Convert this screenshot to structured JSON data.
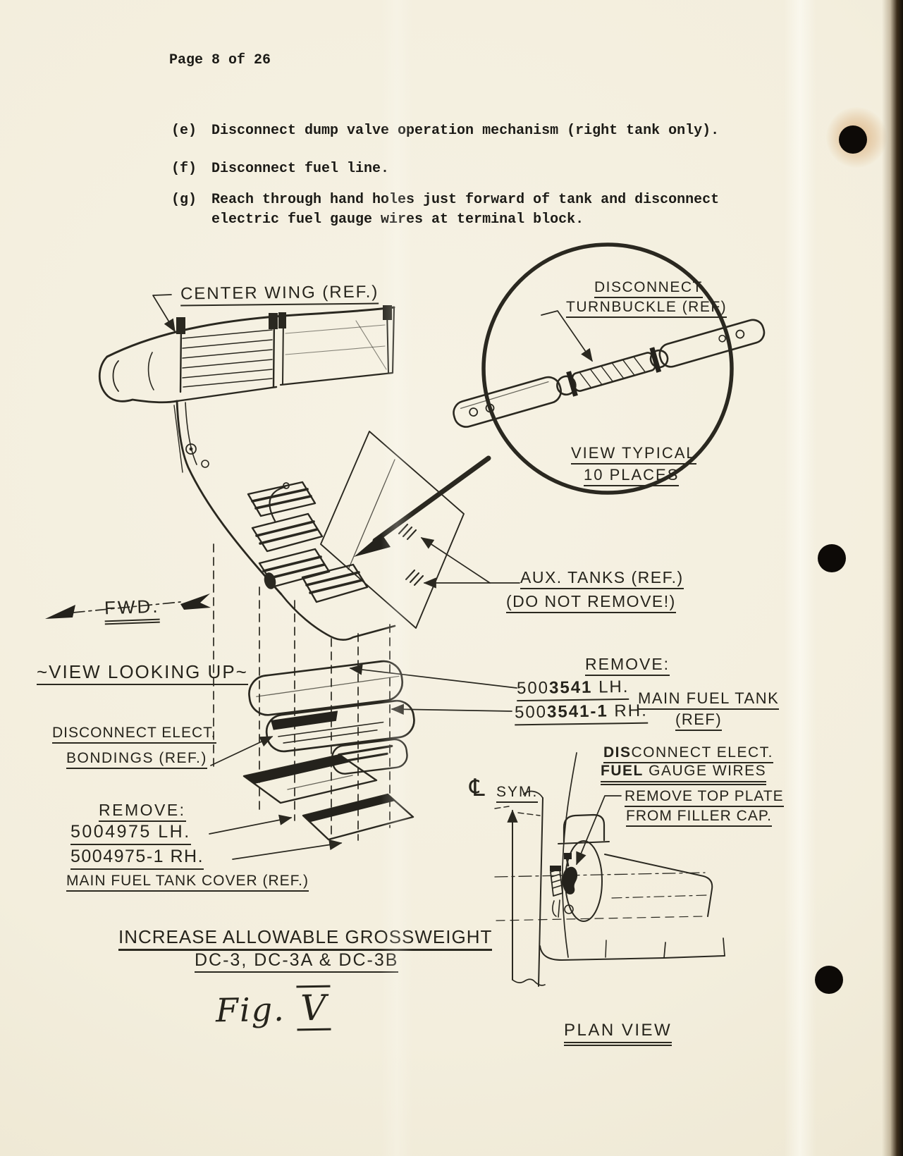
{
  "document": {
    "page_header": "Page 8 of 26",
    "steps": [
      {
        "label": "(e)",
        "text": "Disconnect dump valve operation mechanism (right tank only)."
      },
      {
        "label": "(f)",
        "text": "Disconnect fuel line."
      },
      {
        "label": "(g)",
        "text": "Reach through hand holes just forward of tank and disconnect electric fuel gauge wires at terminal block."
      }
    ]
  },
  "figure": {
    "title_line1": "INCREASE ALLOWABLE GROSSWEIGHT",
    "title_line2": "DC-3, DC-3A & DC-3B",
    "caption": {
      "fig_word": "Fig.",
      "fig_numeral": "V"
    },
    "labels": {
      "center_wing": "CENTER WING (REF.)",
      "turnbuckle_line1": "DISCONNECT",
      "turnbuckle_line2": "TURNBUCKLE (REF)",
      "view_typical_line1": "VIEW TYPICAL",
      "view_typical_line2": "10 PLACES",
      "aux_tanks_line1": "AUX. TANKS (REF.)",
      "aux_tanks_line2": "(DO NOT REMOVE!)",
      "fwd": "FWD.",
      "view_looking_up": "~VIEW LOOKING UP~",
      "remove_right_heading": "REMOVE:",
      "remove_right_lh": {
        "pre": "500",
        "bold": "3541",
        "post": " LH."
      },
      "remove_right_rh": {
        "pre": "500",
        "bold": "3541-1",
        "post": " RH."
      },
      "main_fuel_tank_line1": "MAIN FUEL TANK",
      "main_fuel_tank_line2": "(REF)",
      "bondings_line1": "DISCONNECT ELECT.",
      "bondings_line2": "BONDINGS (REF.)",
      "remove_left_heading": "REMOVE:",
      "remove_left_lh": "5004975 LH.",
      "remove_left_rh": "5004975-1 RH.",
      "main_fuel_tank_cover": "MAIN FUEL TANK COVER (REF.)",
      "fuel_gauge_line1": {
        "bold": "DIS",
        "rest": "CONNECT ELECT."
      },
      "fuel_gauge_line2": {
        "bold": "FUEL",
        "rest": " GAUGE WIRES"
      },
      "centerline": {
        "glyph": "℄",
        "text": "SYM."
      },
      "filler_cap_line1": "REMOVE TOP PLATE",
      "filler_cap_line2": "FROM FILLER CAP.",
      "plan_view": "PLAN VIEW"
    }
  }
}
